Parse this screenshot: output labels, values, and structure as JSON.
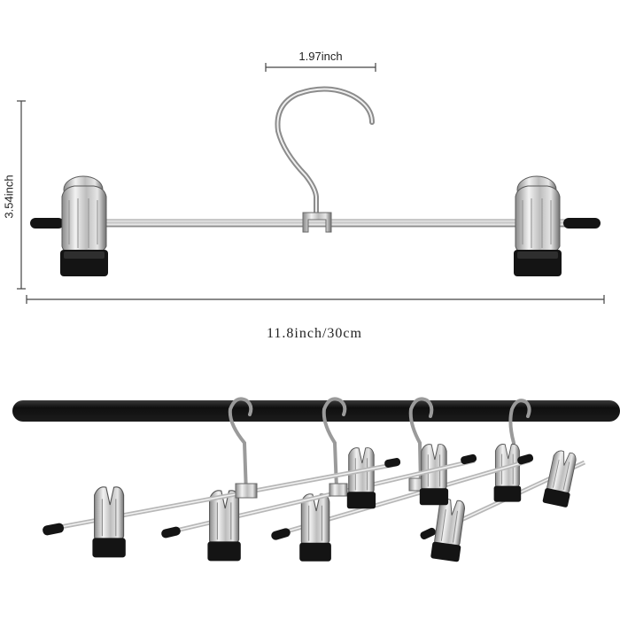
{
  "dimensions": {
    "hook_width": "1.97inch",
    "height": "3.54inch",
    "length": "11.8inch/30cm"
  },
  "colors": {
    "chrome_light": "#f4f4f4",
    "chrome_mid": "#c9c9c9",
    "chrome_dark": "#6e6e6e",
    "rubber": "#111111",
    "rail": "#1a1a1a",
    "dimension_line": "#444444",
    "background": "#ffffff"
  },
  "scene": {
    "product": "clip-hanger",
    "hangers_on_rail": 4
  }
}
